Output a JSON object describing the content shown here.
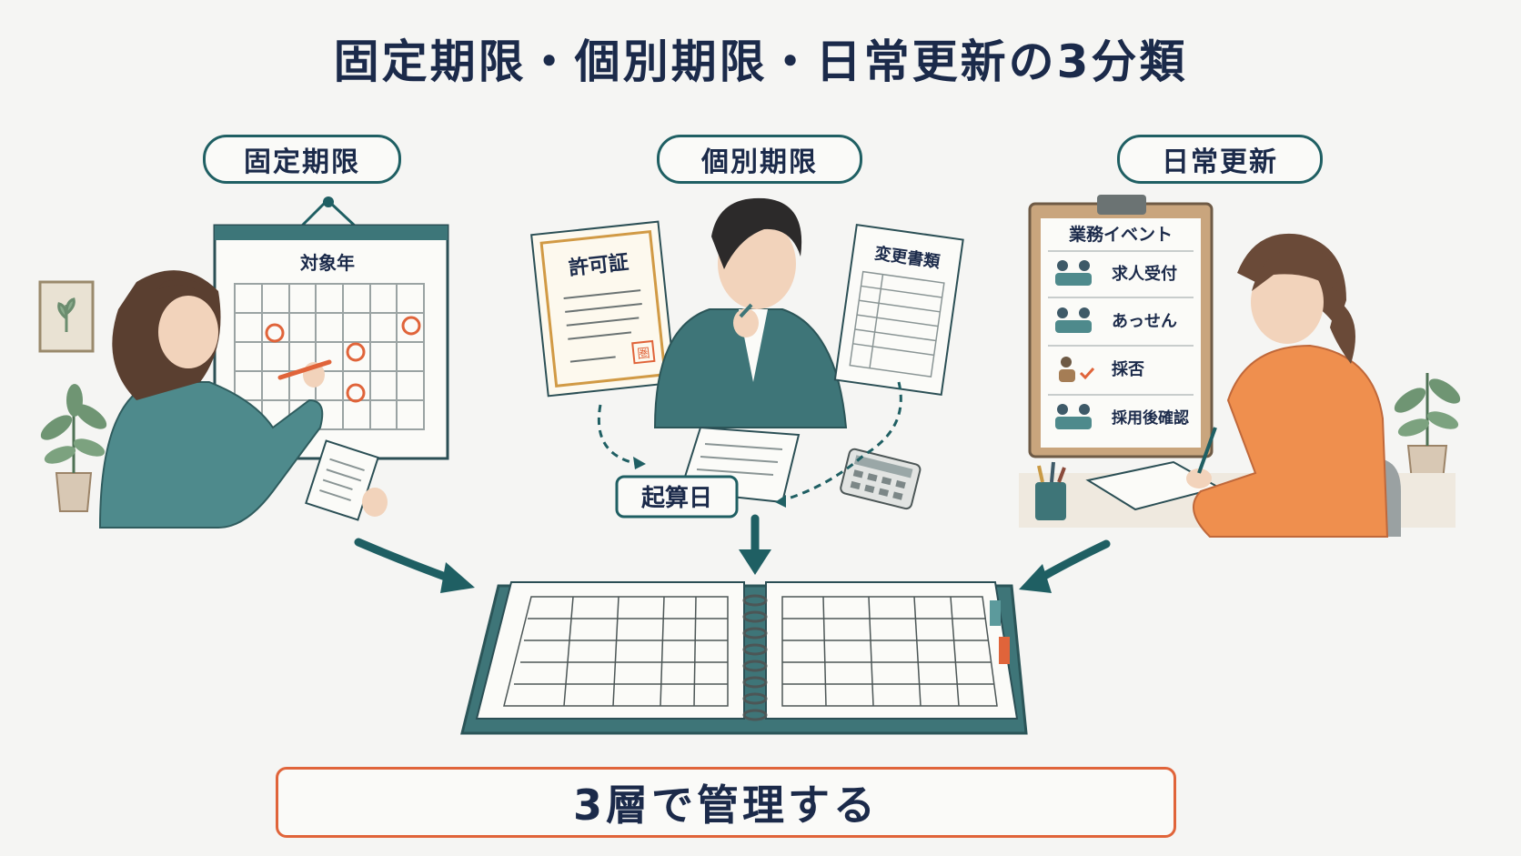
{
  "title": "固定期限・個別期限・日常更新の3分類",
  "categories": {
    "fixed": {
      "label": "固定期限",
      "calendar_title": "対象年"
    },
    "individual": {
      "label": "個別期限",
      "permit": "許可証",
      "change_docs": "変更書類",
      "start_date": "起算日",
      "stamp": "圏"
    },
    "daily": {
      "label": "日常更新",
      "clipboard_title": "業務イベント",
      "events": [
        "求人受付",
        "あっせん",
        "採否",
        "採用後確認"
      ]
    }
  },
  "bottom_label": "3層で管理する",
  "colors": {
    "accent_teal": "#1f5f63",
    "accent_orange": "#e0643a",
    "navy": "#1b2a4a"
  }
}
